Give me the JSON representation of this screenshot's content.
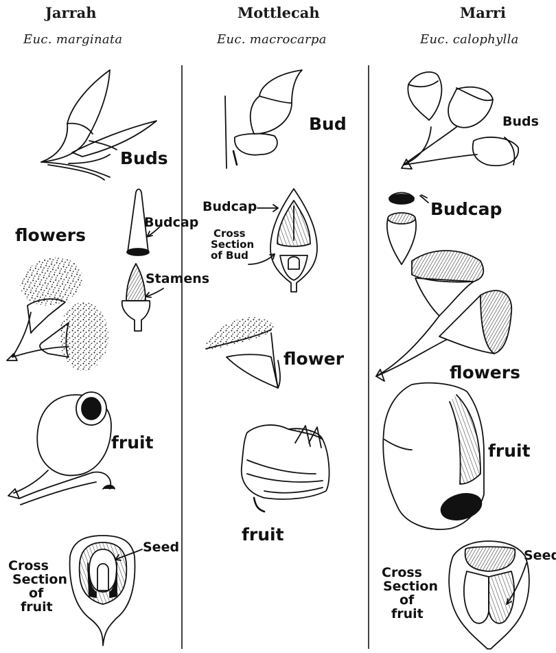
{
  "columns": [
    {
      "name": "Jarrah",
      "latin": "Euc. marginata",
      "labels": {
        "buds": "Buds",
        "flowers": "flowers",
        "budcap": "Budcap",
        "stamens": "Stamens",
        "fruit": "fruit",
        "seed": "Seed",
        "cross_section": [
          "Cross",
          "Section",
          "of",
          "fruit"
        ]
      }
    },
    {
      "name": "Mottlecah",
      "latin": "Euc. macrocarpa",
      "labels": {
        "bud": "Bud",
        "budcap": "Budcap",
        "cross_section": [
          "Cross",
          "Section",
          "of Bud"
        ],
        "flower": "flower",
        "fruit": "fruit"
      }
    },
    {
      "name": "Marri",
      "latin": "Euc. calophylla",
      "labels": {
        "buds": "Buds",
        "budcap": "Budcap",
        "flowers": "flowers",
        "fruit": "fruit",
        "seed": "Seed",
        "cross_section": [
          "Cross",
          "Section",
          "of",
          "fruit"
        ]
      }
    }
  ],
  "colors": {
    "ink": "#111111",
    "paper": "#ffffff"
  }
}
